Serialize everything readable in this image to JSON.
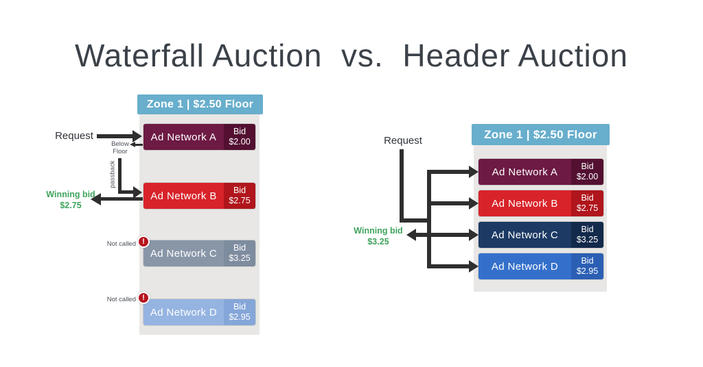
{
  "title": "Waterfall Auction  vs.  Header Auction",
  "colors": {
    "zone_header": "#68aecd",
    "panel": "#e8e7e5",
    "arrow": "#2f2f2f",
    "winning_bid_text": "#3fa45c",
    "not_called_badge": "#b6151e",
    "title_text": "#3b4148"
  },
  "waterfall": {
    "zone_label": "Zone 1 | $2.50 Floor",
    "request_label": "Request",
    "below_floor_label": "Below\nFloor",
    "passback_label": "passback",
    "winning_bid_label": "Winning bid",
    "winning_bid_value": "$2.75",
    "alert_glyph": "!",
    "networks": [
      {
        "name": "Ad Network A",
        "bid_label": "Bid",
        "bid": "$2.00",
        "color": "#6d1a44",
        "bid_color": "#531031"
      },
      {
        "name": "Ad Network B",
        "bid_label": "Bid",
        "bid": "$2.75",
        "color": "#d8232a",
        "bid_color": "#b0161c"
      },
      {
        "name": "Ad Network C",
        "bid_label": "Bid",
        "bid": "$3.25",
        "color": "#8996a8",
        "bid_color": "#7e8c9f",
        "not_called_label": "Not called"
      },
      {
        "name": "Ad Network D",
        "bid_label": "Bid",
        "bid": "$2.95",
        "color": "#95b4e1",
        "bid_color": "#85a6d8",
        "not_called_label": "Not called"
      }
    ]
  },
  "header_auction": {
    "zone_label": "Zone 1 | $2.50 Floor",
    "request_label": "Request",
    "winning_bid_label": "Winning bid",
    "winning_bid_value": "$3.25",
    "networks": [
      {
        "name": "Ad Network A",
        "bid_label": "Bid",
        "bid": "$2.00",
        "color": "#6d1a44",
        "bid_color": "#531031"
      },
      {
        "name": "Ad Network B",
        "bid_label": "Bid",
        "bid": "$2.75",
        "color": "#d8232a",
        "bid_color": "#b0161c"
      },
      {
        "name": "Ad Network C",
        "bid_label": "Bid",
        "bid": "$3.25",
        "color": "#1c3a64",
        "bid_color": "#122a4b"
      },
      {
        "name": "Ad Network D",
        "bid_label": "Bid",
        "bid": "$2.95",
        "color": "#3470cb",
        "bid_color": "#2b5fb4"
      }
    ]
  }
}
